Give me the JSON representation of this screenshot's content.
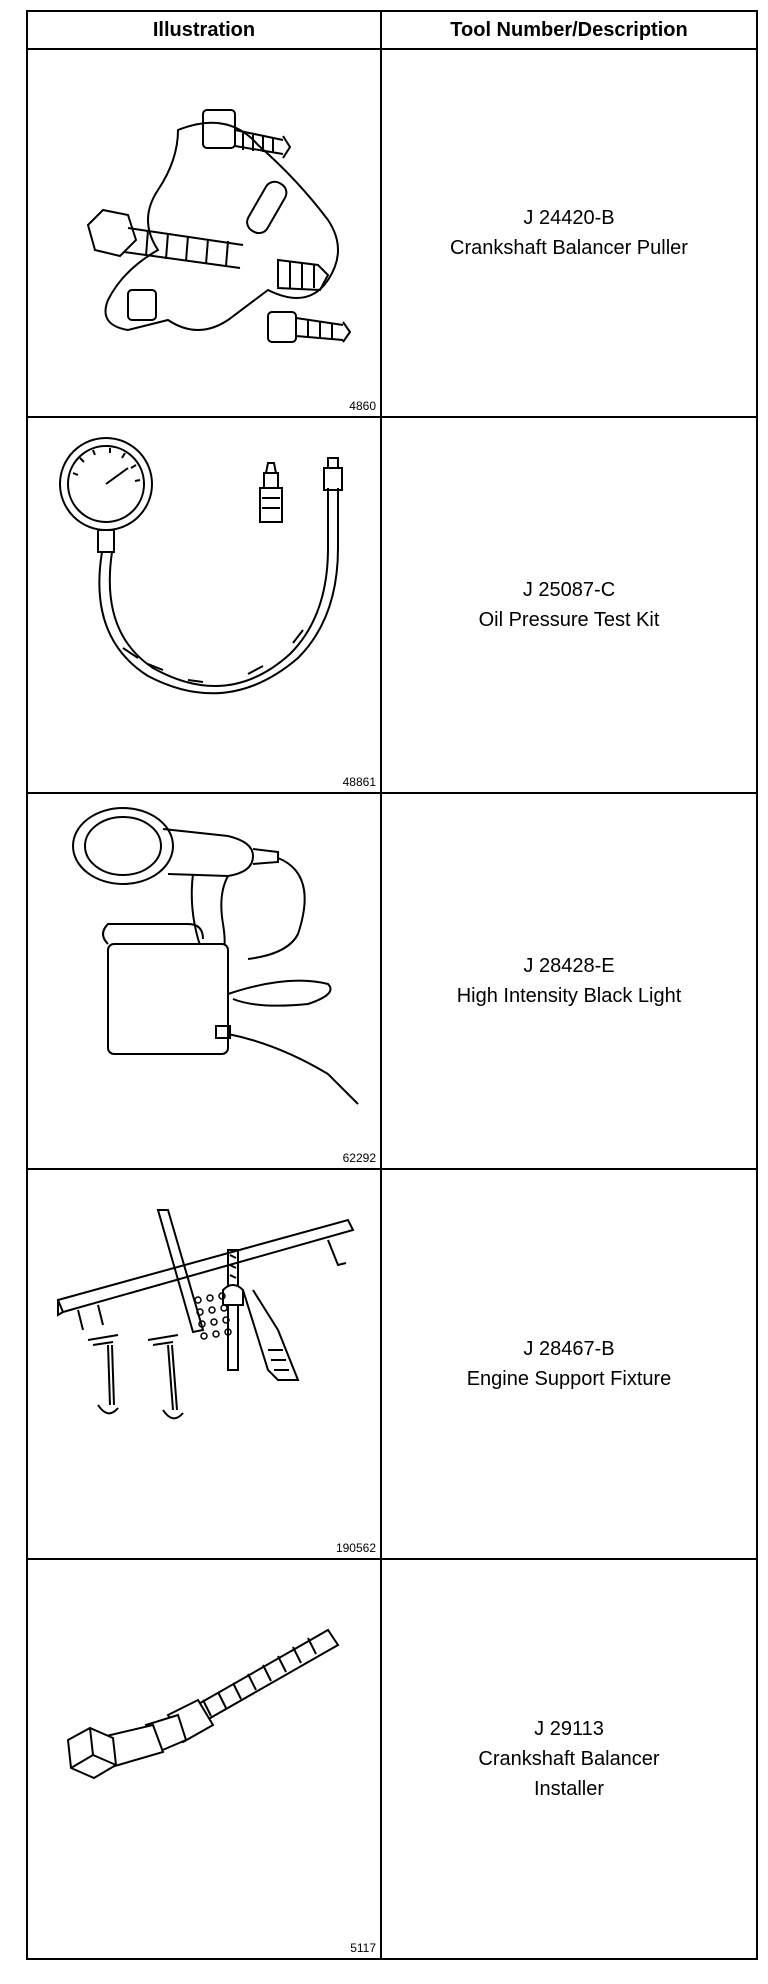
{
  "header": {
    "illustration": "Illustration",
    "tool": "Tool Number/Description"
  },
  "rows": [
    {
      "figure": "4860",
      "number": "J 24420-B",
      "description": "Crankshaft Balancer Puller",
      "icon": "balancer-puller"
    },
    {
      "figure": "48861",
      "number": "J 25087-C",
      "description": "Oil Pressure Test Kit",
      "icon": "oil-pressure-gauge"
    },
    {
      "figure": "62292",
      "number": "J 28428-E",
      "description": "High Intensity Black Light",
      "icon": "black-light"
    },
    {
      "figure": "190562",
      "number": "J 28467-B",
      "description": "Engine Support Fixture",
      "icon": "engine-support-fixture"
    },
    {
      "figure": "5117",
      "number": "J 29113",
      "description_lines": [
        "Crankshaft Balancer",
        "Installer"
      ],
      "icon": "balancer-installer"
    }
  ]
}
